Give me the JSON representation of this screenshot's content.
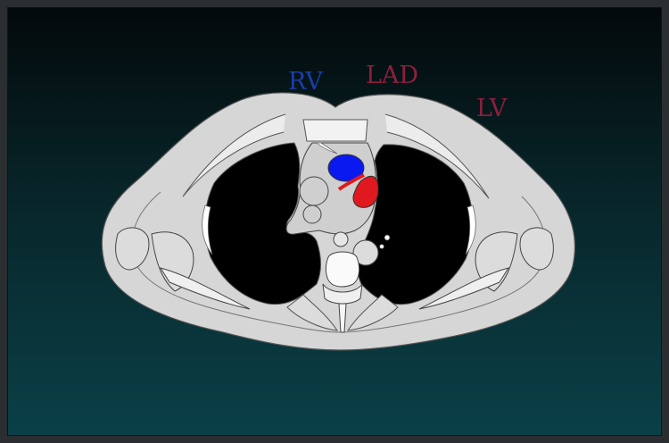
{
  "labels": {
    "rv": "RV",
    "lad": "LAD",
    "lv": "LV"
  },
  "colors": {
    "rv_label": "#1a3ea8",
    "lad_label": "#8c1f3c",
    "lv_label": "#8c1f3c",
    "rv_highlight": "#0a19f0",
    "lad_highlight": "#e0191e",
    "body": "#d8d8d8",
    "lung": "#000000"
  }
}
